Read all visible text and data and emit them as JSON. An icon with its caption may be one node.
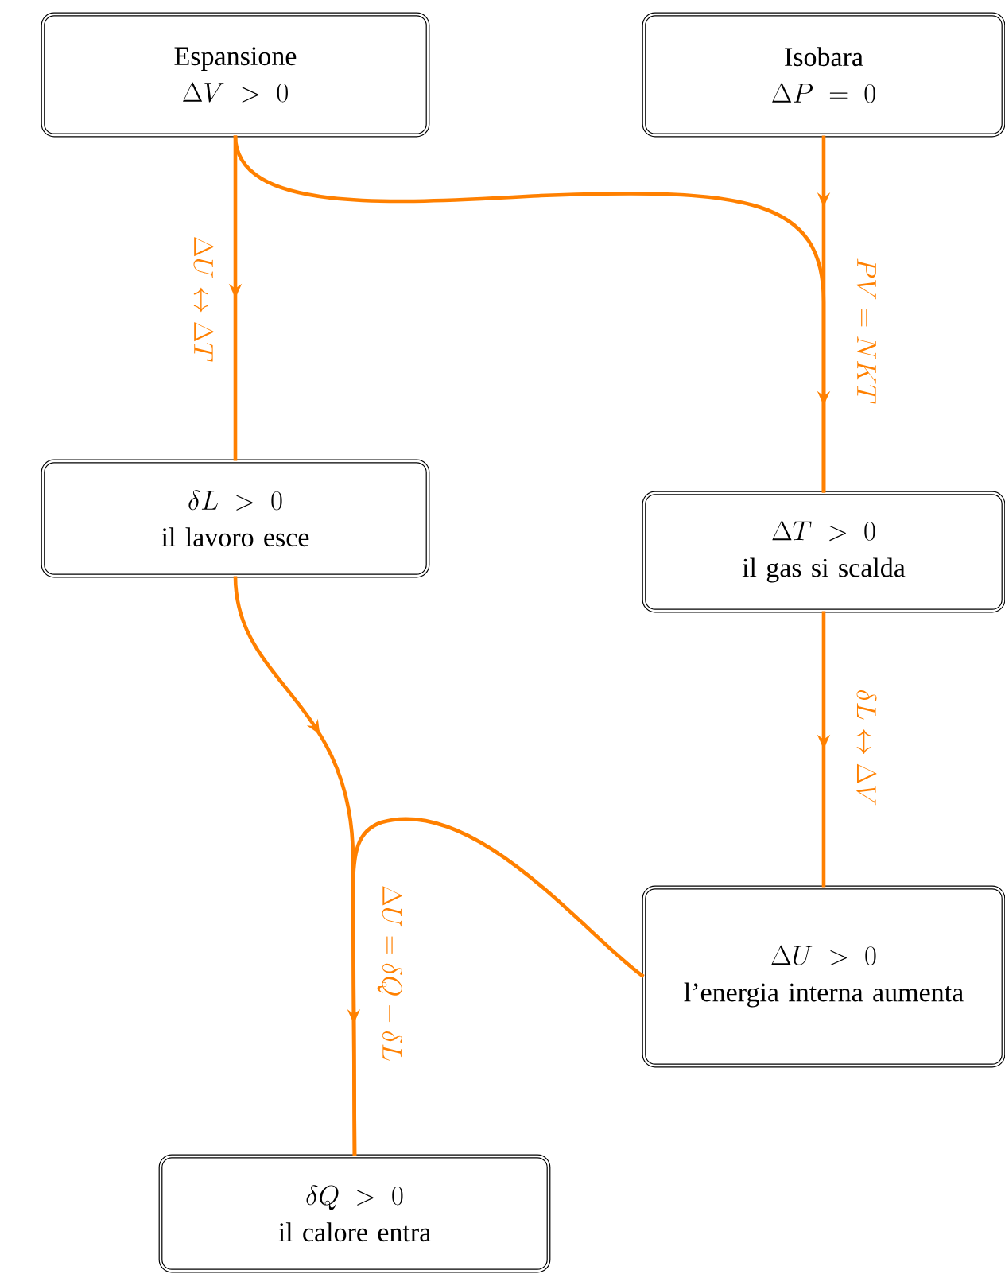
{
  "diagram": {
    "nodes": [
      {
        "text": [
          "Espansione",
          "\\Delta V \\;>\\; 0"
        ]
      },
      {
        "text": [
          "Isobara",
          "\\Delta P \\;=\\; 0"
        ]
      },
      {
        "text": [
          "\\delta L \\;>\\; 0",
          "il lavoro esce"
        ]
      },
      {
        "text": [
          "\\Delta T \\;>\\; 0",
          "il gas si scalda"
        ]
      },
      {
        "text": [
          "\\Delta U \\;>\\; 0",
          "l’energia interna aumenta"
        ]
      },
      {
        "text": [
          "\\delta Q \\;>\\; 0",
          "il calore entra"
        ]
      }
    ],
    "edges": [
      {
        "from": 0,
        "to": 2,
        "arrow": "to",
        "label": "\\Delta U \\leftrightarrow \\Delta T"
      },
      {
        "from": 0,
        "to": 3,
        "arrow": "to"
      },
      {
        "from": 1,
        "to": 3,
        "arrow": "to",
        "label": "PV = NKT"
      },
      {
        "from": 3,
        "to": 4,
        "arrow": "to",
        "label": "\\delta L \\leftrightarrow \\Delta V"
      },
      {
        "from": 2,
        "to": 5,
        "arrow": "to"
      },
      {
        "from": 4,
        "to": 5,
        "arrow": "to",
        "label": "\\Delta U = \\delta Q - \\delta L"
      }
    ]
  }
}
